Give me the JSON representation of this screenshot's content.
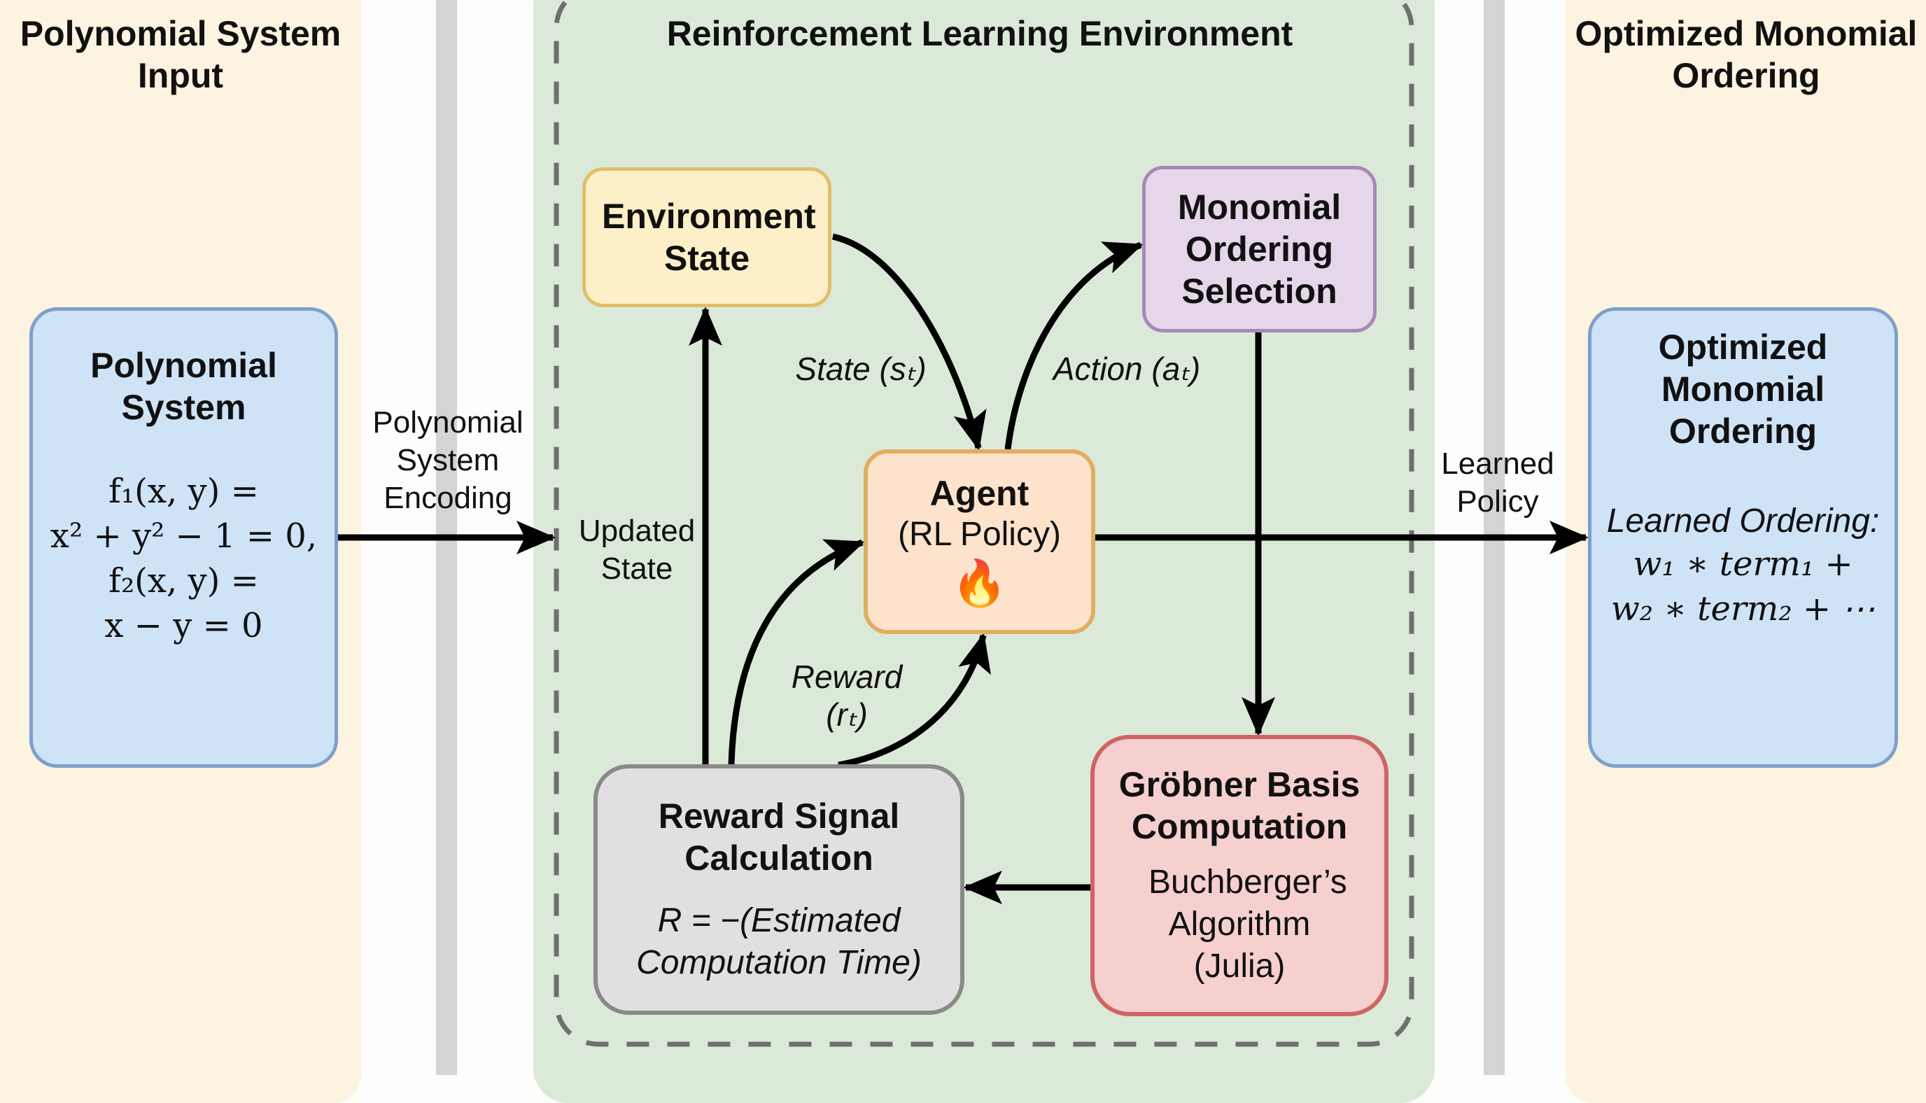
{
  "panels": {
    "left_title": "Polynomial System Input",
    "center_title": "Reinforcement Learning Environment",
    "right_title": "Optimized Monomial Ordering"
  },
  "nodes": {
    "polynomial_system": {
      "title": "Polynomial System",
      "equations": [
        "f₁(x, y) =",
        "x² + y² − 1 = 0,",
        "f₂(x, y) =",
        "x − y = 0"
      ]
    },
    "environment_state": {
      "title": "Environment State"
    },
    "monomial_selection": {
      "title": "Monomial Ordering Selection"
    },
    "agent": {
      "title": "Agent",
      "subtitle": "(RL Policy)",
      "icon": "🔥"
    },
    "reward_signal": {
      "title": "Reward Signal Calculation",
      "formula_line1": "R = −(Estimated",
      "formula_line2": "Computation Time)"
    },
    "grobner": {
      "title": "Gröbner Basis Computation",
      "subtitle": "Buchberger’s Algorithm (Julia)"
    },
    "optimized_ordering": {
      "title": "Optimized Monomial Ordering",
      "subtitle": "Learned Ordering:",
      "formula_line1": "w₁ ∗ term₁ +",
      "formula_line2": "w₂ ∗ term₂ + ⋯"
    }
  },
  "edges": {
    "encoding": "Polynomial System Encoding",
    "updated_state": "Updated State",
    "state": "State (sₜ)",
    "action": "Action (aₜ)",
    "reward": "Reward (rₜ)",
    "learned_policy": "Learned Policy"
  },
  "colors": {
    "beige_panel": "#fcf3e0",
    "green_panel": "#dbead8",
    "blue_box": "#cfe3f7",
    "yellow_box": "#fdf0c8",
    "purple_box": "#e6d6ea",
    "orange_box": "#fde3cc",
    "gray_box": "#e0e0e0",
    "red_box": "#f6cfcf"
  }
}
